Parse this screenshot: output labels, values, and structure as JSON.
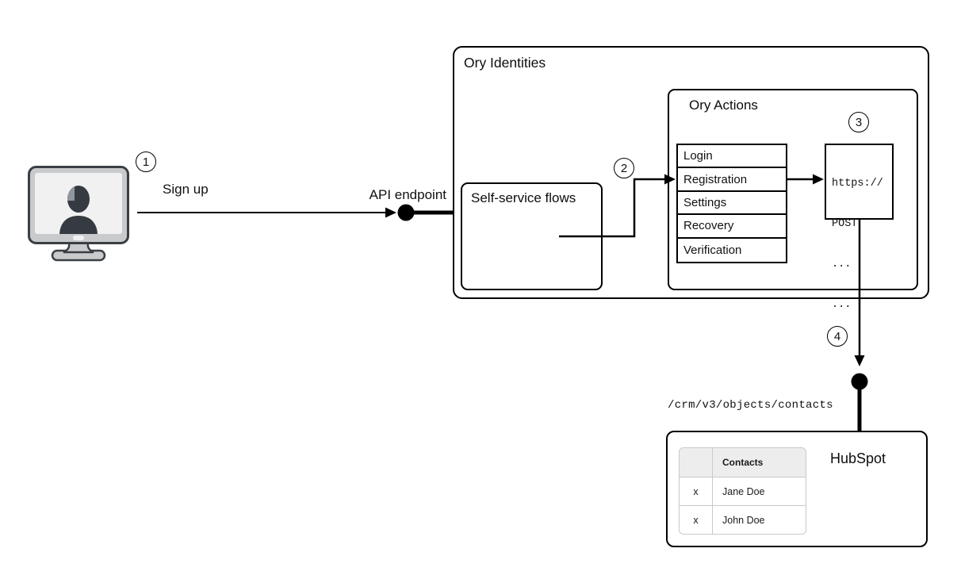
{
  "steps": {
    "s1": "1",
    "s2": "2",
    "s3": "3",
    "s4": "4"
  },
  "client": {
    "flow_label": "Sign up",
    "endpoint_label": "API endpoint",
    "icon": "user-desktop-icon"
  },
  "ory": {
    "title": "Ory Identities",
    "self_service": {
      "title": "Self-service flows"
    },
    "actions": {
      "title": "Ory Actions",
      "flows": [
        "Login",
        "Registration",
        "Settings",
        "Recovery",
        "Verification"
      ],
      "webhook_lines": [
        "https://",
        "POST",
        "...",
        "..."
      ]
    }
  },
  "hubspot": {
    "title": "HubSpot",
    "endpoint": "/crm/v3/objects/contacts",
    "table": {
      "headers": [
        "",
        "Contacts"
      ],
      "rows": [
        [
          "x",
          "Jane Doe"
        ],
        [
          "x",
          "John Doe"
        ]
      ]
    }
  },
  "colors": {
    "line": "#000000",
    "box_border": "#000000",
    "table_border": "#c9c9c9",
    "table_header_bg": "#ededed",
    "monitor_frame": "#c8cacc",
    "monitor_outline": "#3a3f44",
    "monitor_screen": "#f1f1f2",
    "silhouette": "#363b41"
  }
}
